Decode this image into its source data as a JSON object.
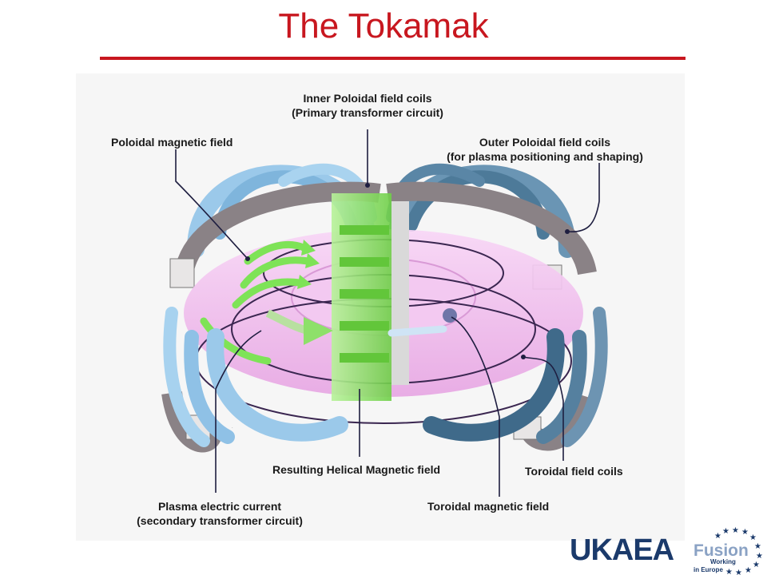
{
  "title": "The Tokamak",
  "labels": {
    "inner_poloidal_1": "Inner Poloidal field coils",
    "inner_poloidal_2": "(Primary transformer circuit)",
    "poloidal_field": "Poloidal magnetic field",
    "outer_poloidal_1": "Outer Poloidal field coils",
    "outer_poloidal_2": "(for plasma positioning and shaping)",
    "helical_field": "Resulting Helical Magnetic field",
    "toroidal_coils": "Toroidal field coils",
    "plasma_current_1": "Plasma electric current",
    "plasma_current_2": "(secondary transformer circuit)",
    "toroidal_field": "Toroidal magnetic field"
  },
  "logos": {
    "ukaea": "UKAEA",
    "fusion": "Fusion",
    "tagline_1": "Working",
    "tagline_2": "in Europe"
  },
  "colors": {
    "title_red": "#c8171f",
    "coil_blue": "#8fc1e6",
    "plasma_pink": "#f0b8ee",
    "solenoid_green": "#8ee06a",
    "outer_coil_grey": "#8a8286"
  }
}
